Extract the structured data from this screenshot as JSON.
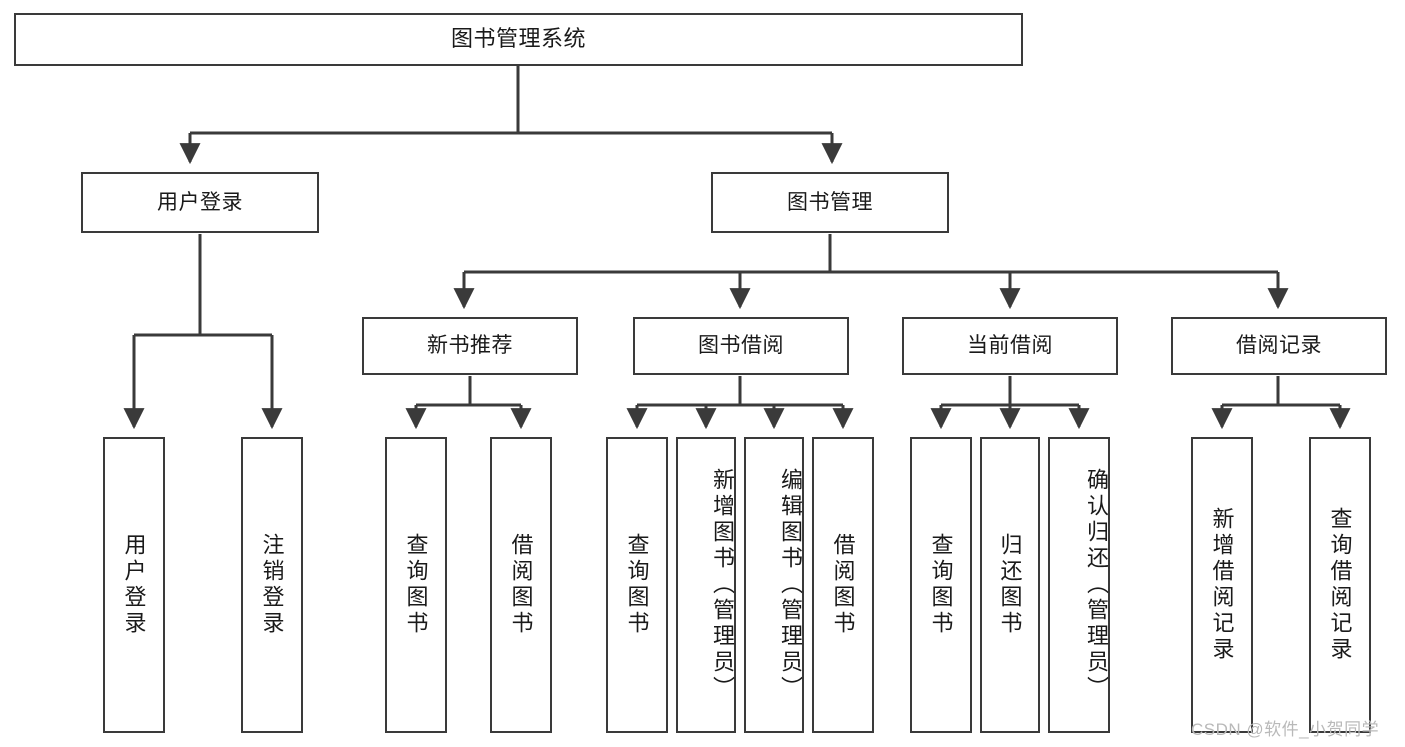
{
  "diagram": {
    "type": "tree-hierarchy-chart",
    "title": "图书管理系统",
    "root": {
      "label": "图书管理系统",
      "name": "root-node"
    },
    "level2": [
      {
        "label": "用户登录",
        "name": "node-user-login"
      },
      {
        "label": "图书管理",
        "name": "node-book-management"
      }
    ],
    "level3": [
      {
        "label": "新书推荐",
        "name": "node-new-book-recommend"
      },
      {
        "label": "图书借阅",
        "name": "node-book-borrow"
      },
      {
        "label": "当前借阅",
        "name": "node-current-borrow"
      },
      {
        "label": "借阅记录",
        "name": "node-borrow-record"
      }
    ],
    "leaves": {
      "user_login": [
        {
          "label": "用户登录",
          "name": "leaf-user-login"
        },
        {
          "label": "注销登录",
          "name": "leaf-logout-login"
        }
      ],
      "new_book_recommend": [
        {
          "label": "查询图书",
          "name": "leaf-query-book-1"
        },
        {
          "label": "借阅图书",
          "name": "leaf-borrow-book-1"
        }
      ],
      "book_borrow": [
        {
          "label": "查询图书",
          "name": "leaf-query-book-2"
        },
        {
          "label": "新增图书（管理员）",
          "name": "leaf-add-book-admin"
        },
        {
          "label": "编辑图书（管理员）",
          "name": "leaf-edit-book-admin"
        },
        {
          "label": "借阅图书",
          "name": "leaf-borrow-book-2"
        }
      ],
      "current_borrow": [
        {
          "label": "查询图书",
          "name": "leaf-query-book-3"
        },
        {
          "label": "归还图书",
          "name": "leaf-return-book"
        },
        {
          "label": "确认归还（管理员）",
          "name": "leaf-confirm-return-admin"
        }
      ],
      "borrow_record": [
        {
          "label": "新增借阅记录",
          "name": "leaf-add-borrow-record"
        },
        {
          "label": "查询借阅记录",
          "name": "leaf-query-borrow-record"
        }
      ]
    },
    "watermark": "CSDN @软件_小贺同学",
    "colors": {
      "stroke": "#3a3a3a",
      "background": "#ffffff",
      "text": "#1a1a1a",
      "watermark": "#b9b9b9"
    }
  }
}
